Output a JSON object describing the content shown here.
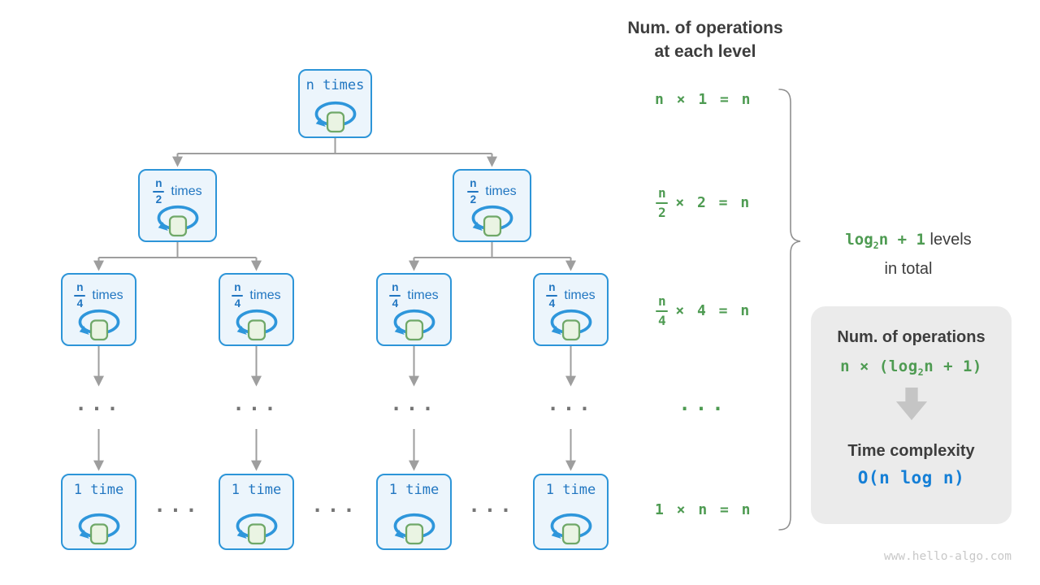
{
  "colors": {
    "node_fill": "#ecf5fc",
    "node_border": "#2d95d8",
    "node_text": "#2176c1",
    "loop_blue": "#2e96db",
    "square_fill": "#eaf4e3",
    "square_border": "#6fa868",
    "green": "#4e9b52",
    "dark": "#3d3d3d",
    "gray_line": "#9e9e9e",
    "dot_gray": "#757575",
    "brace_gray": "#8f8f8f",
    "box_bg": "#ebebeb",
    "block_arrow": "#c5c5c5",
    "blue_formula": "#157fd6",
    "watermark_color": "#c8c8c8"
  },
  "tree": {
    "ellipsis": "...",
    "top": {
      "label": "n times"
    },
    "level2": [
      {
        "num": "n",
        "den": "2",
        "word": "times"
      },
      {
        "num": "n",
        "den": "2",
        "word": "times"
      }
    ],
    "level3": [
      {
        "num": "n",
        "den": "4",
        "word": "times"
      },
      {
        "num": "n",
        "den": "4",
        "word": "times"
      },
      {
        "num": "n",
        "den": "4",
        "word": "times"
      },
      {
        "num": "n",
        "den": "4",
        "word": "times"
      }
    ],
    "bottom": [
      {
        "label": "1 time"
      },
      {
        "label": "1 time"
      },
      {
        "label": "1 time"
      },
      {
        "label": "1 time"
      }
    ]
  },
  "annotations": {
    "header": {
      "line1": "Num. of operations",
      "line2": "at each level"
    },
    "rows": [
      {
        "text": "n × 1 = n"
      },
      {
        "num": "n",
        "den": "2",
        "rest": "× 2 = n"
      },
      {
        "num": "n",
        "den": "4",
        "rest": "× 4 = n"
      },
      {
        "text": "..."
      },
      {
        "text": "1 × n = n"
      }
    ],
    "levels_total": {
      "formula_pre": "log",
      "formula_sub": "2",
      "formula_post": "n + 1",
      "label_line1": "levels",
      "label_line2": "in total"
    }
  },
  "summary": {
    "title": "Num. of operations",
    "formula_pre": "n × (log",
    "formula_sub": "2",
    "formula_post": "n + 1)",
    "subtitle": "Time complexity",
    "complexity": "O(n log n)"
  },
  "watermark": "www.hello-algo.com"
}
